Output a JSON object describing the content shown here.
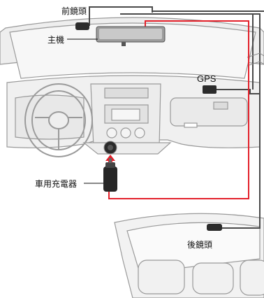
{
  "labels": {
    "front_camera": "前鏡頭",
    "main_unit": "主機",
    "gps": "GPS",
    "car_charger": "車用充電器",
    "rear_camera": "後鏡頭"
  },
  "colors": {
    "power_cable": "#e3202a",
    "signal_cable": "#4a4a4a",
    "outline": "#9a9a9a",
    "fill": "#f2f2f2"
  }
}
